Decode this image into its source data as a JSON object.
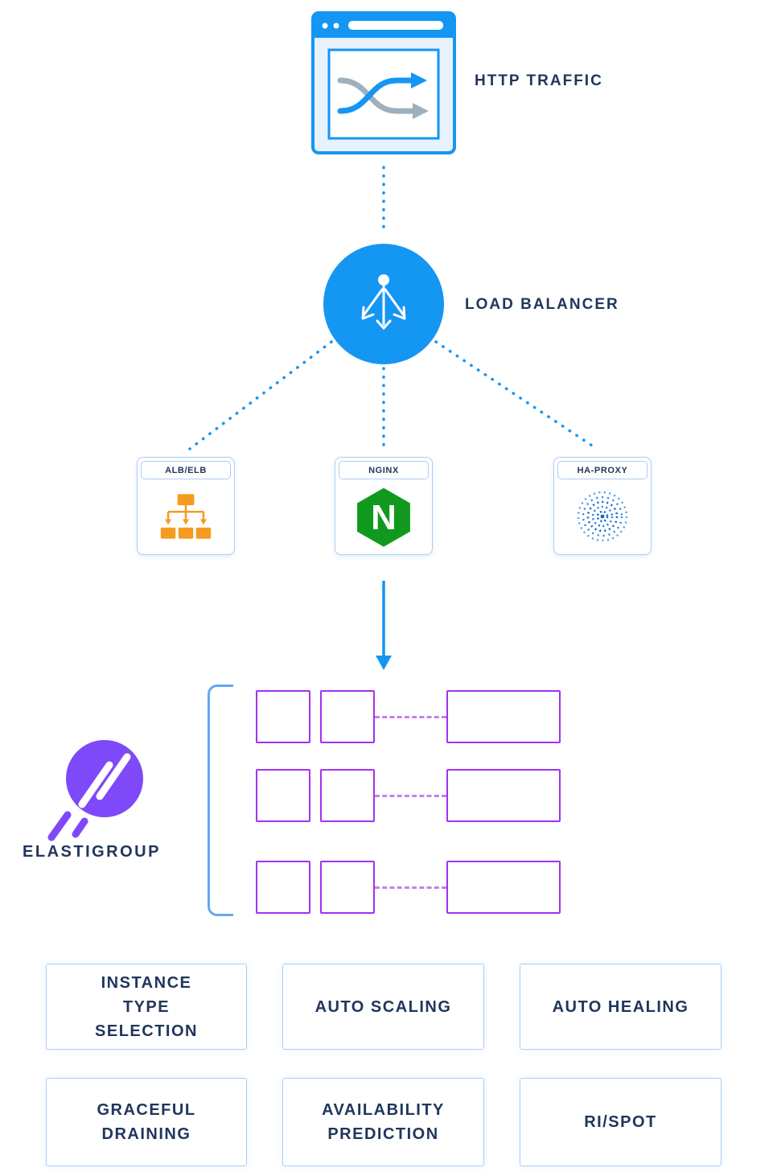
{
  "nodes": {
    "http_traffic": "HTTP TRAFFIC",
    "load_balancer": "LOAD BALANCER",
    "elastigroup": "ELASTIGROUP"
  },
  "balancers": [
    {
      "label": "ALB/ELB",
      "icon": "alb-elb-icon"
    },
    {
      "label": "NGINX",
      "icon": "nginx-icon",
      "letter": "N"
    },
    {
      "label": "HA-PROXY",
      "icon": "haproxy-icon"
    }
  ],
  "instance_grid": {
    "rows": 3,
    "row_pattern": [
      "small-box",
      "small-box",
      "dashed-link",
      "wide-box"
    ]
  },
  "features": [
    {
      "label": "INSTANCE\nTYPE\nSELECTION"
    },
    {
      "label": "AUTO SCALING"
    },
    {
      "label": "AUTO HEALING"
    },
    {
      "label": "GRACEFUL\nDRAINING"
    },
    {
      "label": "AVAILABILITY\nPREDICTION"
    },
    {
      "label": "RI/SPOT"
    }
  ],
  "icons": {
    "traffic": "browser-shuffle-icon",
    "load_balancer": "branch-arrows-icon",
    "elastigroup": "comet-circle-logo"
  },
  "colors": {
    "blue": "#1496f3",
    "navy": "#21365c",
    "purple": "#a232f0",
    "purple-light": "#c77ff2",
    "violet": "#7e49f8",
    "orange": "#f59b22",
    "green": "#11991f",
    "border-light": "#aecdf2",
    "bracket-blue": "#62a9f4",
    "gray-arrow": "#9fb0bd",
    "blue-pale": "#e8f2fd"
  }
}
